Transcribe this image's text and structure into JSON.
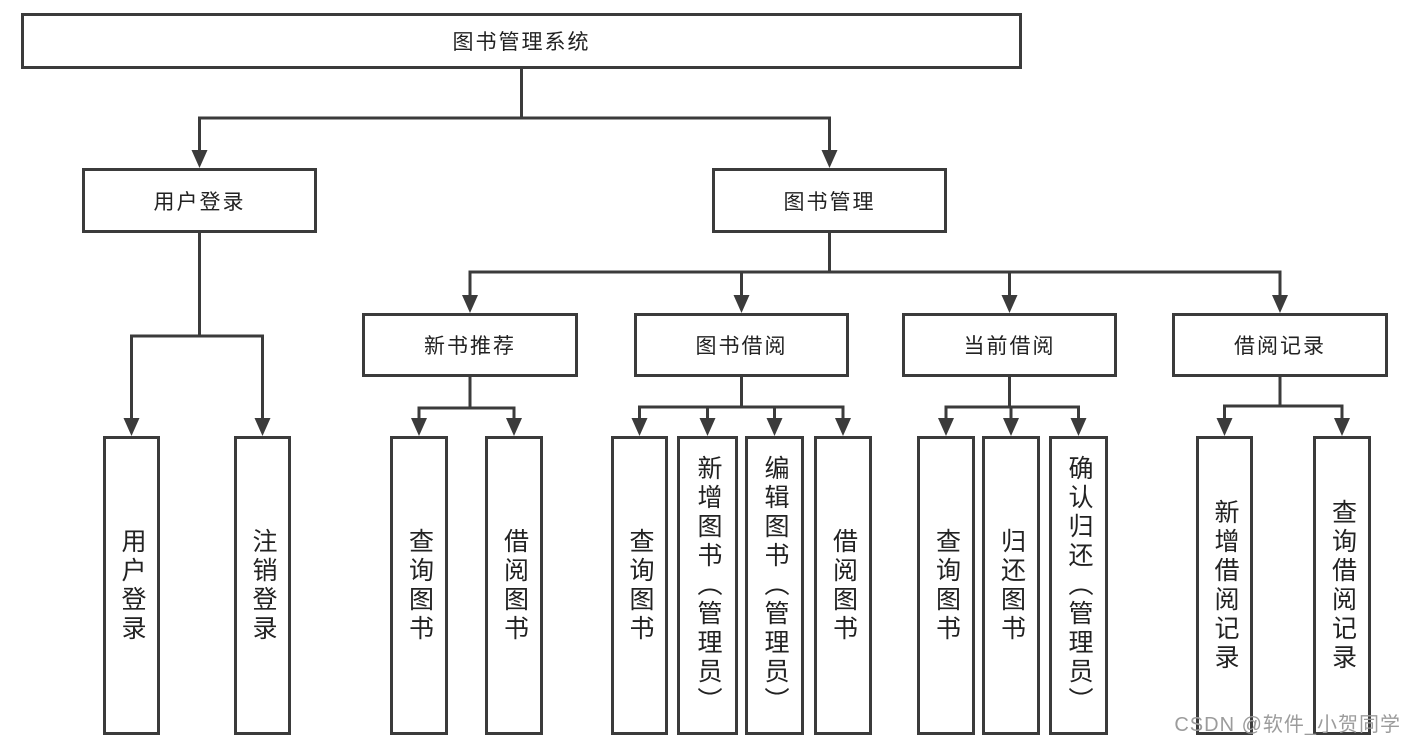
{
  "diagram": {
    "type": "hierarchy-tree",
    "root": {
      "label": "图书管理系统"
    },
    "branches": [
      {
        "label": "用户登录",
        "children": [
          {
            "label": "用户登录"
          },
          {
            "label": "注销登录"
          }
        ]
      },
      {
        "label": "图书管理",
        "children": [
          {
            "label": "新书推荐",
            "children": [
              {
                "label": "查询图书"
              },
              {
                "label": "借阅图书"
              }
            ]
          },
          {
            "label": "图书借阅",
            "children": [
              {
                "label": "查询图书"
              },
              {
                "label": "新增图书（管理员）"
              },
              {
                "label": "编辑图书（管理员）"
              },
              {
                "label": "借阅图书"
              }
            ]
          },
          {
            "label": "当前借阅",
            "children": [
              {
                "label": "查询图书"
              },
              {
                "label": "归还图书"
              },
              {
                "label": "确认归还（管理员）"
              }
            ]
          },
          {
            "label": "借阅记录",
            "children": [
              {
                "label": "新增借阅记录"
              },
              {
                "label": "查询借阅记录"
              }
            ]
          }
        ]
      }
    ],
    "watermark": "CSDN @软件_小贺同学",
    "colors": {
      "line": "#3b3b3b",
      "text": "#222222",
      "background": "#ffffff",
      "watermark": "#9c9c9c"
    }
  }
}
